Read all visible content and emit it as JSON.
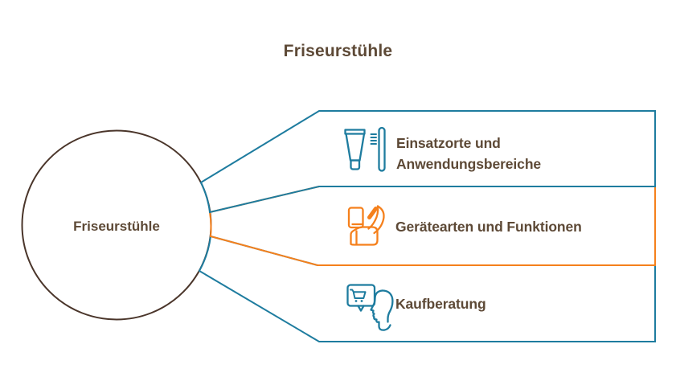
{
  "title": "Friseurstühle",
  "center_node": {
    "label": "Friseurstühle"
  },
  "branches": [
    {
      "label": "Einsatzorte und\nAnwendungsbereiche",
      "icon": "cosmetic-tube-and-comb-icon",
      "accent": "#1e7c9f"
    },
    {
      "label": "Gerätearten und Funktionen",
      "icon": "salon-chair-icon",
      "accent": "#f5801c"
    },
    {
      "label": "Kaufberatung",
      "icon": "purchase-advice-chat-icon",
      "accent": "#1e7c9f"
    }
  ],
  "colors": {
    "teal": "#1e7c9f",
    "orange": "#f5801c",
    "circle_border": "#4a352a",
    "text": "#5d4936",
    "background": "#ffffff"
  }
}
